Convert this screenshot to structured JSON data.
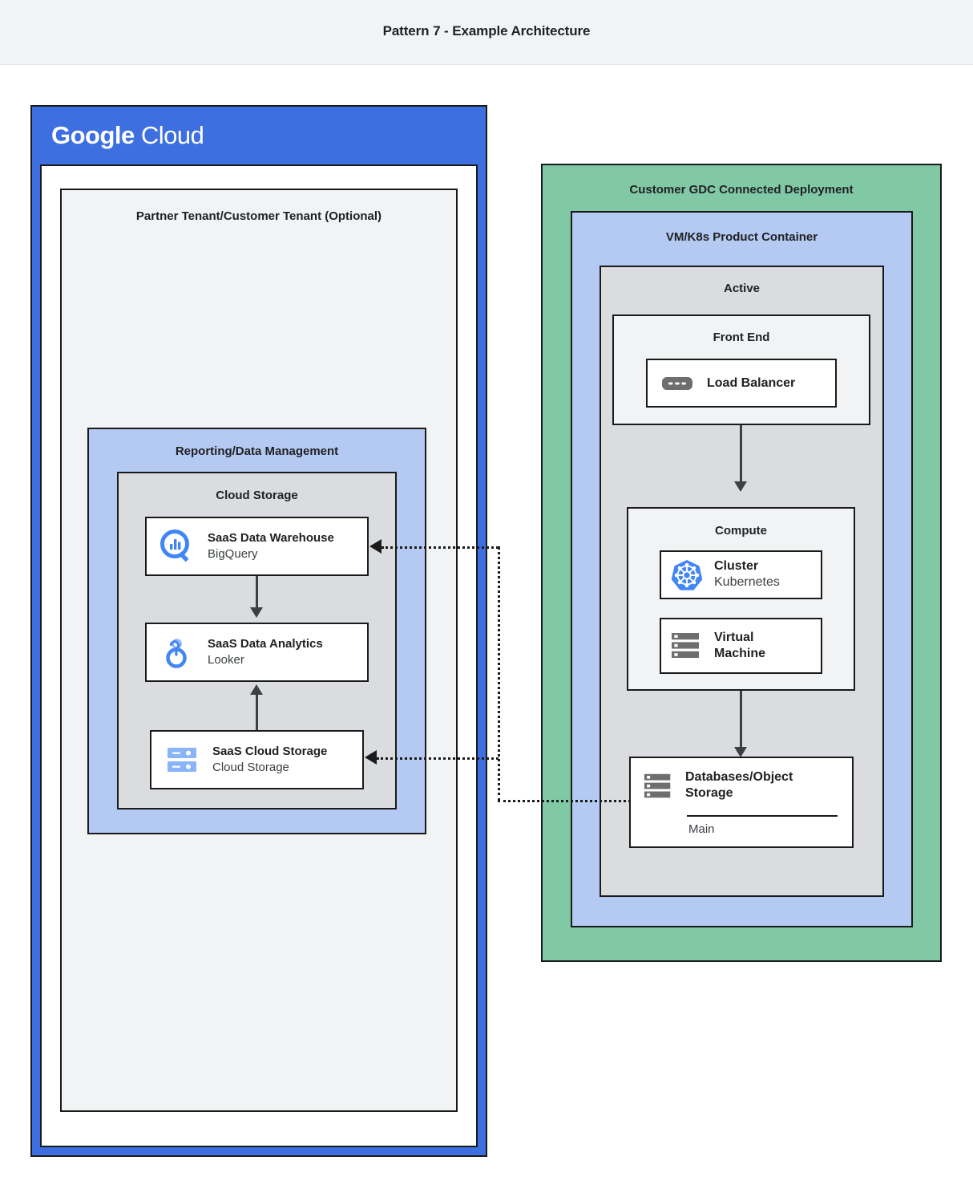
{
  "header": {
    "title": "Pattern 7 - Example Architecture"
  },
  "colors": {
    "google_blue": "#3d6fe0",
    "container_blue": "#b4caf2",
    "container_green": "#81c8a5",
    "container_grey": "#dadce0",
    "container_light_grey": "#f1f3f4",
    "header_bg": "#f1f3f4",
    "stroke": "#1a1a1a",
    "icon_blue": "#4285f4",
    "icon_light_blue": "#8ab4f8",
    "icon_grey": "#6e6e6e"
  },
  "google_cloud": {
    "logo_bold": "Google",
    "logo_light": "Cloud",
    "tenant": {
      "title": "Partner Tenant/Customer Tenant (Optional)",
      "reporting": {
        "title": "Reporting/Data Management",
        "cloud_storage_group": {
          "title": "Cloud Storage",
          "nodes": [
            {
              "icon": "bigquery-icon",
              "title": "SaaS Data Warehouse",
              "subtitle": "BigQuery"
            },
            {
              "icon": "looker-icon",
              "title": "SaaS Data Analytics",
              "subtitle": "Looker"
            },
            {
              "icon": "cloud-storage-icon",
              "title": "SaaS Cloud Storage",
              "subtitle": "Cloud Storage"
            }
          ]
        }
      }
    }
  },
  "gdc": {
    "title": "Customer GDC Connected Deployment",
    "product_container": {
      "title": "VM/K8s Product Container",
      "active": {
        "title": "Active",
        "front_end": {
          "title": "Front End",
          "node": {
            "icon": "load-balancer-icon",
            "title": "Load Balancer"
          }
        },
        "compute": {
          "title": "Compute",
          "nodes": [
            {
              "icon": "kubernetes-icon",
              "title": "Cluster",
              "subtitle": "Kubernetes"
            },
            {
              "icon": "virtual-machine-icon",
              "title": "Virtual",
              "title2": "Machine"
            }
          ]
        },
        "database": {
          "icon": "database-icon",
          "title": "Databases/Object",
          "title2": "Storage",
          "footer": "Main"
        }
      }
    }
  }
}
